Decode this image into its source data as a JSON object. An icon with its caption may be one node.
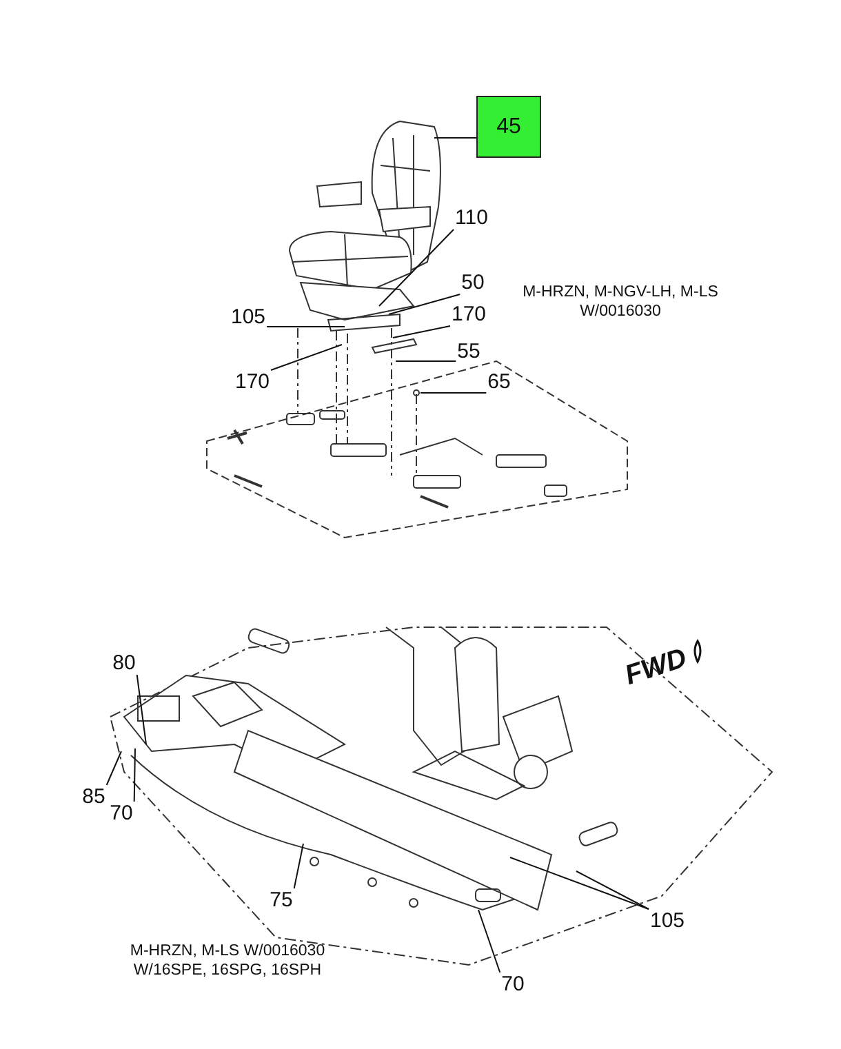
{
  "diagram": {
    "nodes": [
      {
        "text": [
          "45"
        ]
      },
      {
        "text": [
          "110"
        ]
      },
      {
        "text": [
          "50"
        ]
      },
      {
        "text": [
          "105"
        ]
      },
      {
        "text": [
          "170"
        ]
      },
      {
        "text": [
          "55"
        ]
      },
      {
        "text": [
          "170"
        ]
      },
      {
        "text": [
          "65"
        ]
      },
      {
        "text": [
          "80"
        ]
      },
      {
        "text": [
          "85"
        ]
      },
      {
        "text": [
          "70"
        ]
      },
      {
        "text": [
          "75"
        ]
      },
      {
        "text": [
          "105"
        ]
      },
      {
        "text": [
          "70"
        ]
      }
    ],
    "edges": [
      {
        "from": 0,
        "to": null,
        "arrow": "none"
      },
      {
        "from": 1,
        "to": null,
        "arrow": "none"
      },
      {
        "from": 2,
        "to": null,
        "arrow": "none"
      },
      {
        "from": 3,
        "to": null,
        "arrow": "none"
      },
      {
        "from": 4,
        "to": null,
        "arrow": "none"
      },
      {
        "from": 5,
        "to": null,
        "arrow": "none"
      },
      {
        "from": 6,
        "to": null,
        "arrow": "none"
      },
      {
        "from": 7,
        "to": null,
        "arrow": "none"
      },
      {
        "from": 8,
        "to": null,
        "arrow": "none"
      },
      {
        "from": 9,
        "to": null,
        "arrow": "none"
      },
      {
        "from": 10,
        "to": null,
        "arrow": "none"
      },
      {
        "from": 11,
        "to": null,
        "arrow": "none"
      },
      {
        "from": 12,
        "to": null,
        "arrow": "none"
      },
      {
        "from": 12,
        "to": null,
        "arrow": "none"
      },
      {
        "from": 13,
        "to": null,
        "arrow": "none"
      }
    ],
    "labels": [
      "M-HRZN, M-NGV-LH, M-LS W/0016030",
      "FWD",
      "M-HRZN, M-LS W/0016030 W/16SPE, 16SPG, 16SPH"
    ]
  }
}
